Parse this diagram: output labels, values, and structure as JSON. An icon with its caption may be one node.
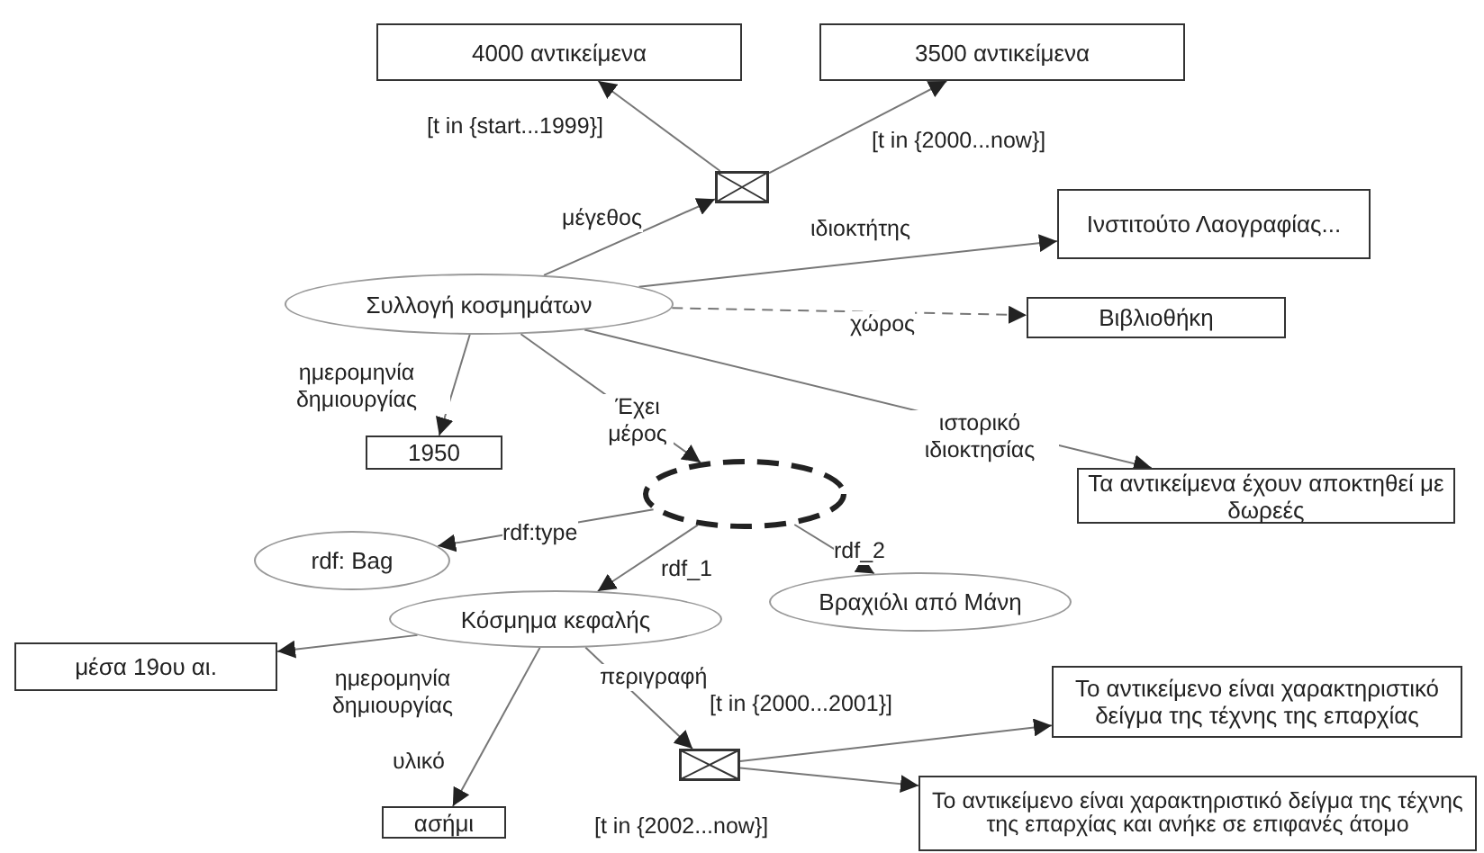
{
  "diagram": {
    "nodes": [
      {
        "text": [
          "4000 αντικείμενα"
        ]
      },
      {
        "text": [
          "3500 αντικείμενα"
        ]
      },
      {
        "text": [],
        "shape": "box"
      },
      {
        "text": [
          "Ινστιτούτο Λαογραφίας..."
        ]
      },
      {
        "text": [
          "Συλλογή κοσμημάτων"
        ]
      },
      {
        "text": [
          "Βιβλιοθήκη"
        ]
      },
      {
        "text": [
          "1950"
        ]
      },
      {
        "text": [
          "Τα αντικείμενα έχουν αποκτηθεί με δωρεές"
        ]
      },
      {
        "text": [],
        "shape": "ellipse"
      },
      {
        "text": [
          "rdf: Bag"
        ]
      },
      {
        "text": [
          "Βραχιόλι από Μάνη"
        ]
      },
      {
        "text": [
          "Κόσμημα κεφαλής"
        ]
      },
      {
        "text": [
          "μέσα 19ου αι."
        ]
      },
      {
        "text": [
          "Το αντικείμενο είναι χαρακτηριστικό δείγμα της τέχνης της επαρχίας"
        ]
      },
      {
        "text": [],
        "shape": "box"
      },
      {
        "text": [
          "ασήμι"
        ]
      },
      {
        "text": [
          "Το αντικείμενο είναι χαρακτηριστικό δείγμα της τέχνης της επαρχίας και ανήκε σε επιφανές άτομο"
        ]
      }
    ],
    "edges": [
      {
        "from": 4,
        "to": 2,
        "arrow": "to",
        "label": "μέγεθος"
      },
      {
        "from": 2,
        "to": 0,
        "arrow": "to",
        "label": "[t in {start...1999}]"
      },
      {
        "from": 2,
        "to": 1,
        "arrow": "to",
        "label": "[t in {2000...now}]"
      },
      {
        "from": 4,
        "to": 3,
        "arrow": "to",
        "label": "ιδιοκτήτης"
      },
      {
        "from": 4,
        "to": 5,
        "arrow": "to",
        "label": "χώρος",
        "style": "dashed"
      },
      {
        "from": 4,
        "to": 6,
        "arrow": "to",
        "label": "ημερομηνία δημιουργίας"
      },
      {
        "from": 4,
        "to": 8,
        "arrow": "to",
        "label": "Έχει μέρος"
      },
      {
        "from": 4,
        "to": 7,
        "arrow": "to",
        "label": "ιστορικό ιδιοκτησίας"
      },
      {
        "from": 8,
        "to": 9,
        "arrow": "to",
        "label": "rdf:type"
      },
      {
        "from": 8,
        "to": 11,
        "arrow": "to",
        "label": "rdf_1"
      },
      {
        "from": 8,
        "to": 10,
        "arrow": "to",
        "label": "rdf_2"
      },
      {
        "from": 11,
        "to": 12,
        "arrow": "to",
        "label": "ημερομηνία δημιουργίας"
      },
      {
        "from": 11,
        "to": 15,
        "arrow": "to",
        "label": "υλικό"
      },
      {
        "from": 11,
        "to": 14,
        "arrow": "to",
        "label": "περιγραφή"
      },
      {
        "from": 14,
        "to": 13,
        "arrow": "to",
        "label": "[t in {2000...2001}]"
      },
      {
        "from": 14,
        "to": 16,
        "arrow": "to",
        "label": "[t in {2002...now}]"
      }
    ]
  }
}
